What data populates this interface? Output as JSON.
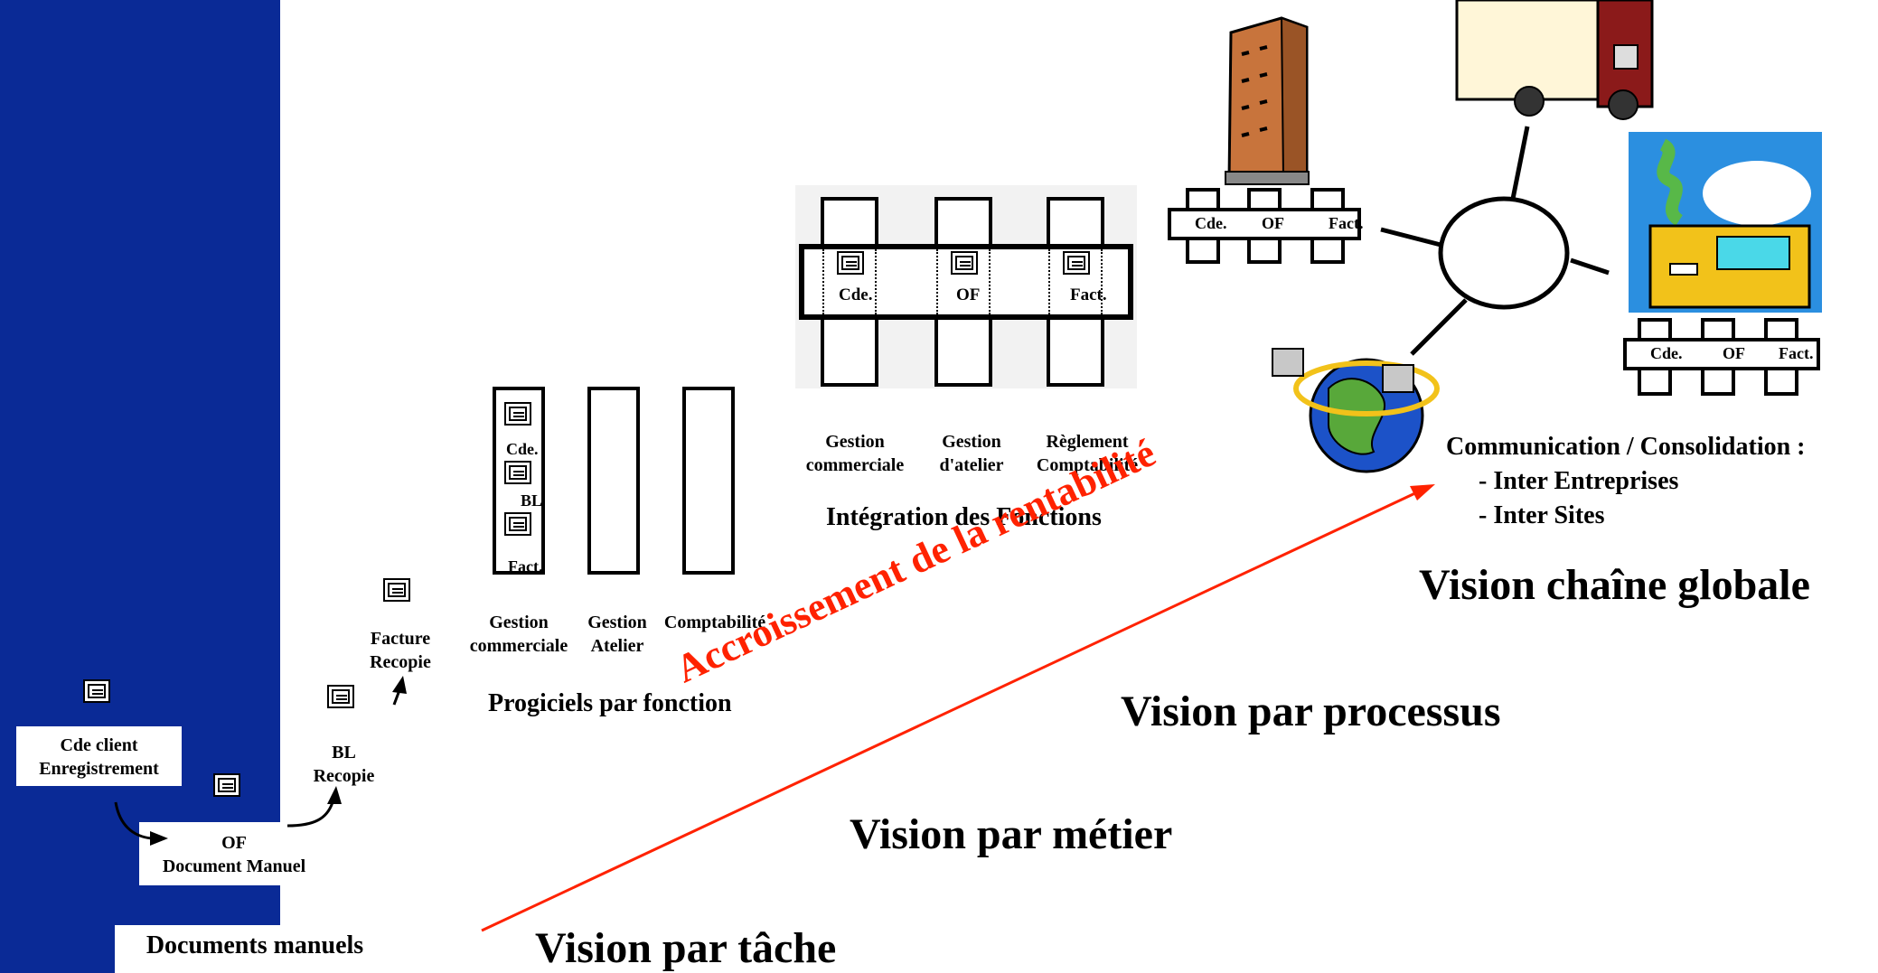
{
  "stage1": {
    "cde_label": "Cde client\nEnregistrement",
    "of_label": "OF\nDocument Manuel",
    "bl_label": "BL\nRecopie",
    "facture_label": "Facture\nRecopie",
    "footer": "Documents manuels"
  },
  "stage2": {
    "doc_labels": [
      "Cde.",
      "BL",
      "Fact."
    ],
    "col_labels": [
      "Gestion\ncommerciale",
      "Gestion\nAtelier",
      "Comptabilité"
    ],
    "title": "Progiciels par fonction"
  },
  "stage3": {
    "doc_labels": [
      "Cde.",
      "OF",
      "Fact."
    ],
    "col_labels": [
      "Gestion\ncommerciale",
      "Gestion\nd'atelier",
      "Règlement\nComptabilité"
    ],
    "title": "Intégration des Fonctions"
  },
  "stage4": {
    "module_labels": [
      "Cde.",
      "OF",
      "Fact."
    ],
    "comm_title": "Communication / Consolidation :",
    "comm_items": [
      "- Inter Entreprises",
      "- Inter Sites"
    ]
  },
  "visions": {
    "tache": "Vision par tâche",
    "metier": "Vision par métier",
    "processus": "Vision par processus",
    "globale": "Vision chaîne globale"
  },
  "arrow_label": "Accroissement de la rentabilité",
  "colors": {
    "sidebar": "#0a2a96",
    "arrow": "#ff2200"
  }
}
